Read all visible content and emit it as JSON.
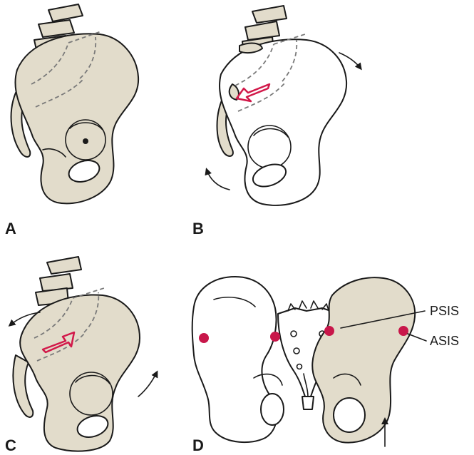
{
  "panels": {
    "a": {
      "letter": "A"
    },
    "b": {
      "letter": "B"
    },
    "c": {
      "letter": "C"
    },
    "d": {
      "letter": "D",
      "callouts": {
        "psis": "PSIS",
        "asis": "ASIS"
      }
    }
  },
  "colors": {
    "bone": "#e2dccb",
    "ink": "#1a1a1a",
    "landmark": "#c8174a",
    "rotation_arrow": "#d2194a"
  },
  "icons": [
    "curved-arrow-icon",
    "rotation-arrow-icon",
    "straight-arrow-icon"
  ]
}
